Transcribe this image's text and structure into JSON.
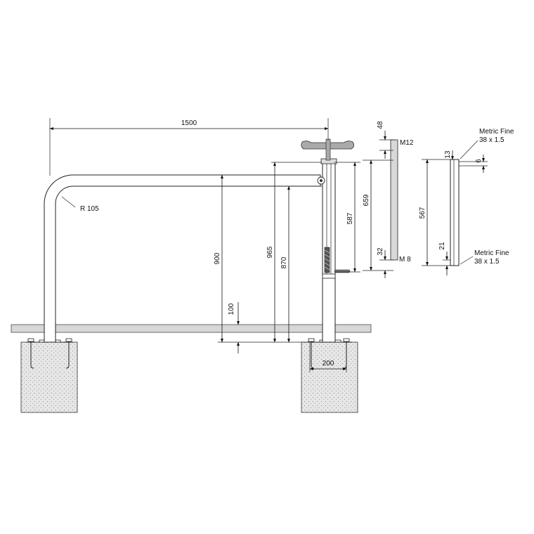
{
  "dimensions": {
    "length": "1500",
    "bend_radius": "R 105",
    "height_900": "900",
    "height_100": "100",
    "height_965": "965",
    "height_870": "870",
    "height_659": "659",
    "height_587": "587",
    "foundation_width": "200",
    "key_48": "48",
    "key_32": "32",
    "thread_top": "M12",
    "thread_bottom": "M 8",
    "tube_567": "567",
    "tube_13": "13",
    "tube_21": "21",
    "tube_6": "6"
  },
  "notes": {
    "metric_fine_top_line1": "Metric Fine",
    "metric_fine_top_line2": "38 x 1.5",
    "metric_fine_bottom_line1": "Metric Fine",
    "metric_fine_bottom_line2": "38 x 1.5"
  }
}
